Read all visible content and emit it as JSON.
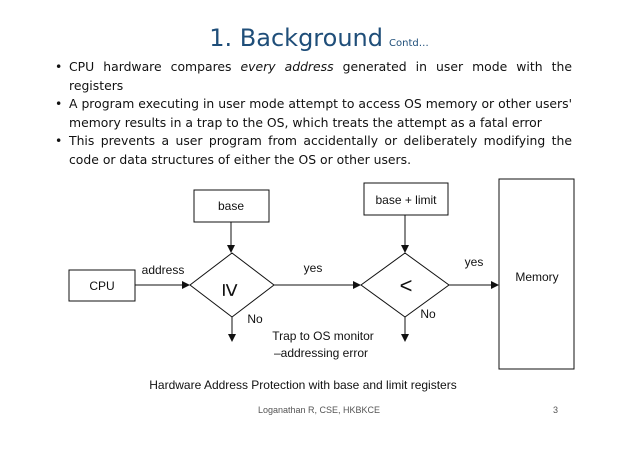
{
  "title": {
    "main": "1. Background",
    "sub": "Contd…"
  },
  "bullets": [
    "CPU hardware compares every address generated in user mode with the registers",
    "A program executing in user mode attempt to access OS memory or other users' memory results in a trap to the OS, which treats the attempt as a fatal error",
    "This prevents a user program from  accidentally or deliberately  modifying the code or data structures of either the OS or other users."
  ],
  "bullet_emphasis": "every address",
  "diagram": {
    "cpu": "CPU",
    "base": "base",
    "base_limit": "base + limit",
    "memory": "Memory",
    "address": "address",
    "ge_symbol": "≥",
    "lt_symbol": "<",
    "yes1": "yes",
    "yes2": "yes",
    "no1": "No",
    "no2": "No",
    "trap_line1": "Trap to OS monitor",
    "trap_line2": "–addressing error",
    "caption": "Hardware Address Protection with base and limit registers"
  },
  "footer": "Loganathan R, CSE, HKBKCE",
  "page_number": "3"
}
